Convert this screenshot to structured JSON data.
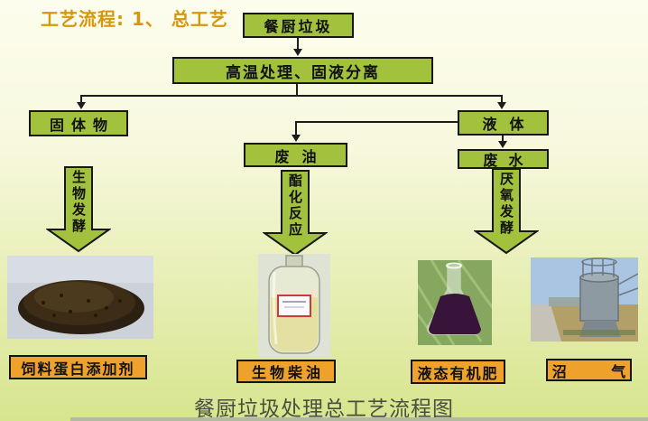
{
  "slide": {
    "title": "工艺流程: 1、 总工艺",
    "caption": "餐厨垃圾处理总工艺流程图"
  },
  "flowchart": {
    "nodes": {
      "kitchen_waste": "餐厨垃圾",
      "high_temp_separation": "高温处理、固液分离",
      "solid_matter": "固体物",
      "liquid": "液体",
      "waste_oil": "废油",
      "waste_water": "废水"
    },
    "process_arrows": {
      "bio_fermentation": "生物发酵",
      "esterification": "酯化反应",
      "anaerobic_fermentation": "厌氧发酵"
    }
  },
  "products": [
    {
      "label": "饲料蛋白添加剂",
      "image": "feed-protein-pellets-photo"
    },
    {
      "label": "生物柴油",
      "image": "biodiesel-bottle-photo"
    },
    {
      "label": "液态有机肥",
      "image": "liquid-organic-fertilizer-flask-photo"
    },
    {
      "label": "沼  气",
      "image": "biogas-plant-photo"
    }
  ],
  "colors": {
    "node_fill": "#a2c13d",
    "node_border": "#171717",
    "label_fill": "#efa22b",
    "title_text": "#d5970e",
    "caption_text": "#484f41",
    "background_top": "#fdfdee",
    "background_bottom": "#d7e58d"
  }
}
